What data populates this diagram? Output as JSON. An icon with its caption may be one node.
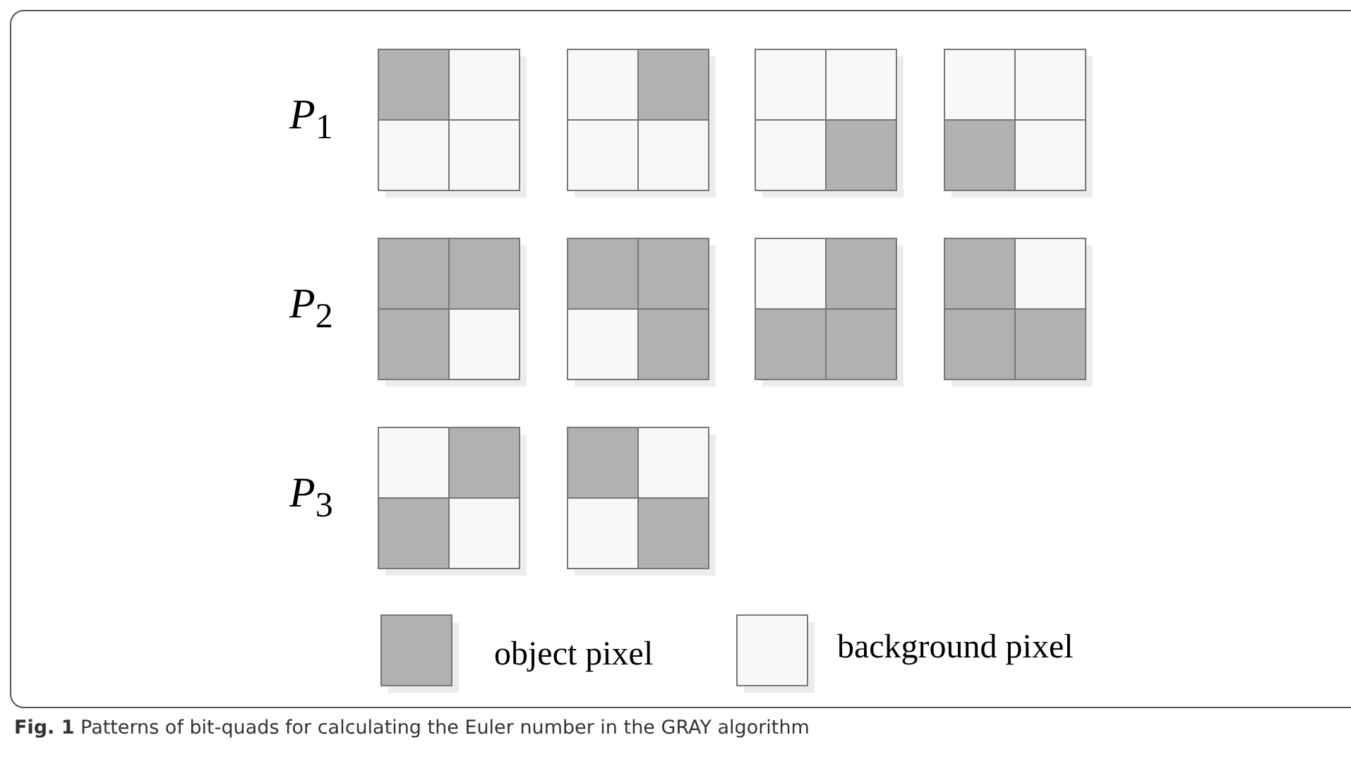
{
  "diagram": {
    "caption": "**Fig. 1** Patterns of bit-quads for calculating the Euler number in the GRAY algorithm",
    "labels": [
      "*P*$_{1}$",
      "*P*$_{2}$",
      "*P*$_{3}$"
    ],
    "legend": [
      {
        "text": "object pixel",
        "color": "#b0b1b1"
      },
      {
        "text": "background pixel",
        "color": "#f8f8f8"
      }
    ]
  }
}
